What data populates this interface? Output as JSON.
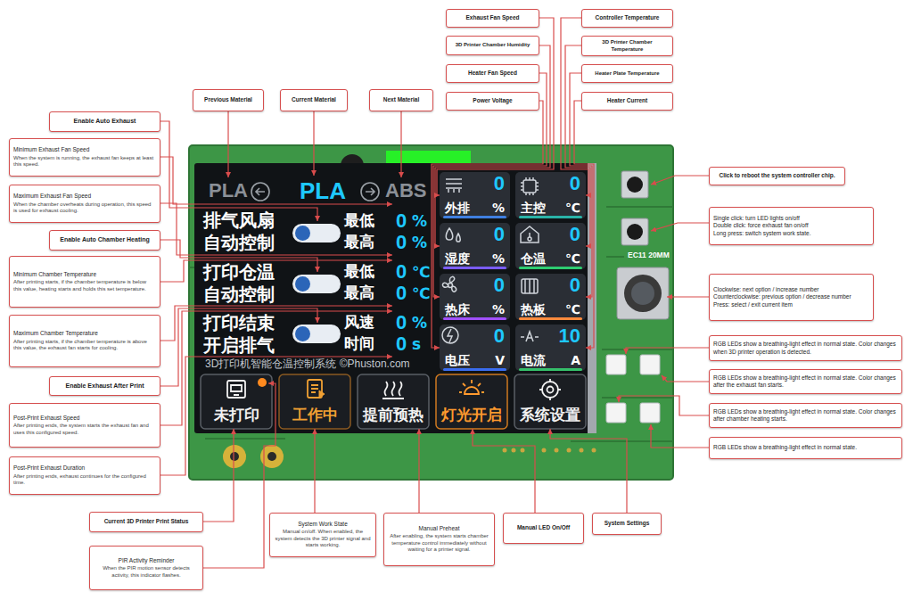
{
  "diagram": {
    "nodes": [
      {
        "text": [
          "Exhaust Fan Speed"
        ]
      },
      {
        "text": [
          "Controller Temperature"
        ]
      },
      {
        "text": [
          "3D Printer Chamber Humidity"
        ]
      },
      {
        "text": [
          "3D Printer Chamber Temperature"
        ]
      },
      {
        "text": [
          "Heater Fan Speed"
        ]
      },
      {
        "text": [
          "Heater Plate Temperature"
        ]
      },
      {
        "text": [
          "Power Voltage"
        ]
      },
      {
        "text": [
          "Heater Current"
        ]
      },
      {
        "text": [
          "Previous Material"
        ]
      },
      {
        "text": [
          "Current Material"
        ]
      },
      {
        "text": [
          "Next Material"
        ]
      },
      {
        "text": [
          "Enable Auto Exhaust"
        ]
      },
      {
        "text": [
          "Minimum Exhaust Fan Speed",
          "When the system is running, the exhaust fan keeps at least this speed."
        ]
      },
      {
        "text": [
          "Maximum Exhaust Fan Speed",
          "When the chamber overheats during operation, this speed is used for exhaust cooling."
        ]
      },
      {
        "text": [
          "Enable Auto Chamber Heating"
        ]
      },
      {
        "text": [
          "Minimum Chamber Temperature",
          "After printing starts, if the chamber temperature is below this value, heating starts and holds this set temperature."
        ]
      },
      {
        "text": [
          "Maximum Chamber Temperature",
          "After printing starts, if the chamber temperature is above this value, the exhaust fan starts for cooling."
        ]
      },
      {
        "text": [
          "Enable Exhaust After Print"
        ]
      },
      {
        "text": [
          "Post-Print Exhaust Speed",
          "After printing ends, the system starts the exhaust fan and uses this configured speed."
        ]
      },
      {
        "text": [
          "Post-Print Exhaust Duration",
          "After printing ends, exhaust continues for the configured time."
        ]
      },
      {
        "text": [
          "Click to reboot the system controller chip."
        ]
      },
      {
        "text": [
          "Single click: turn LED lights on/off",
          "Double click: force exhaust fan on/off",
          "Long press: switch system work state."
        ]
      },
      {
        "text": [
          "Clockwise: next option / increase number",
          "Counterclockwise: previous option / decrease number",
          "Press: select / exit current item"
        ]
      },
      {
        "text": [
          "RGB LEDs show a breathing-light effect in normal state. Color changes when 3D printer operation is detected."
        ]
      },
      {
        "text": [
          "RGB LEDs show a breathing-light effect in normal state. Color changes after the exhaust fan starts."
        ]
      },
      {
        "text": [
          "RGB LEDs show a breathing-light effect in normal state. Color changes after chamber heating starts."
        ]
      },
      {
        "text": [
          "RGB LEDs show a breathing-light effect in normal state."
        ]
      },
      {
        "text": [
          "外排",
          "0",
          "%"
        ]
      },
      {
        "text": [
          "主控",
          "0",
          "℃"
        ]
      },
      {
        "text": [
          "湿度",
          "0",
          "%"
        ]
      },
      {
        "text": [
          "仓温",
          "0",
          "℃"
        ]
      },
      {
        "text": [
          "热床",
          "0",
          "%"
        ]
      },
      {
        "text": [
          "热板",
          "0",
          "℃"
        ]
      },
      {
        "text": [
          "电压",
          "0",
          "V"
        ]
      },
      {
        "text": [
          "电流",
          "10",
          "A"
        ]
      },
      {
        "text": [
          "未打印"
        ]
      },
      {
        "text": [
          "工作中"
        ]
      },
      {
        "text": [
          "提前预热"
        ]
      },
      {
        "text": [
          "灯光开启"
        ]
      },
      {
        "text": [
          "系统设置"
        ]
      },
      {
        "text": [
          "Current 3D Printer Print Status"
        ]
      },
      {
        "text": [
          "PIR Activity Reminder",
          "When the PIR motion sensor detects activity, this indicator flashes."
        ]
      },
      {
        "text": [
          "System Work State",
          "Manual on/off. When enabled, the system detects the 3D printer signal and starts working."
        ]
      },
      {
        "text": [
          "Manual Preheat",
          "After enabling, the system starts chamber temperature control immediately without waiting for a printer signal."
        ]
      },
      {
        "text": [
          "Manual LED On/Off"
        ]
      },
      {
        "text": [
          "System Settings"
        ]
      }
    ],
    "edges": [
      {
        "from": 0,
        "to": 27,
        "arrow": "to"
      },
      {
        "from": 1,
        "to": 28,
        "arrow": "to"
      },
      {
        "from": 2,
        "to": 29,
        "arrow": "to"
      },
      {
        "from": 3,
        "to": 30,
        "arrow": "to"
      },
      {
        "from": 4,
        "to": 31,
        "arrow": "to"
      },
      {
        "from": 5,
        "to": 32,
        "arrow": "to"
      },
      {
        "from": 6,
        "to": 33,
        "arrow": "to"
      },
      {
        "from": 7,
        "to": 34,
        "arrow": "to"
      },
      {
        "from": 40,
        "to": 35,
        "arrow": "to"
      },
      {
        "from": 42,
        "to": 36,
        "arrow": "to"
      },
      {
        "from": 43,
        "to": 37,
        "arrow": "to"
      },
      {
        "from": 44,
        "to": 38,
        "arrow": "to"
      },
      {
        "from": 45,
        "to": 39,
        "arrow": "to"
      }
    ],
    "labels": [
      "PLA",
      "PLA",
      "ABS",
      "排气风扇 自动控制",
      "最低",
      "0",
      "%",
      "最高",
      "0",
      "%",
      "打印仓温 自动控制",
      "最低",
      "0",
      "℃",
      "最高",
      "0",
      "℃",
      "打印结束 开启排气",
      "风速",
      "0",
      "%",
      "时间",
      "0",
      "s",
      "3D打印机智能仓温控制系统 ©Phuston.com",
      "EC11 20MM"
    ]
  }
}
